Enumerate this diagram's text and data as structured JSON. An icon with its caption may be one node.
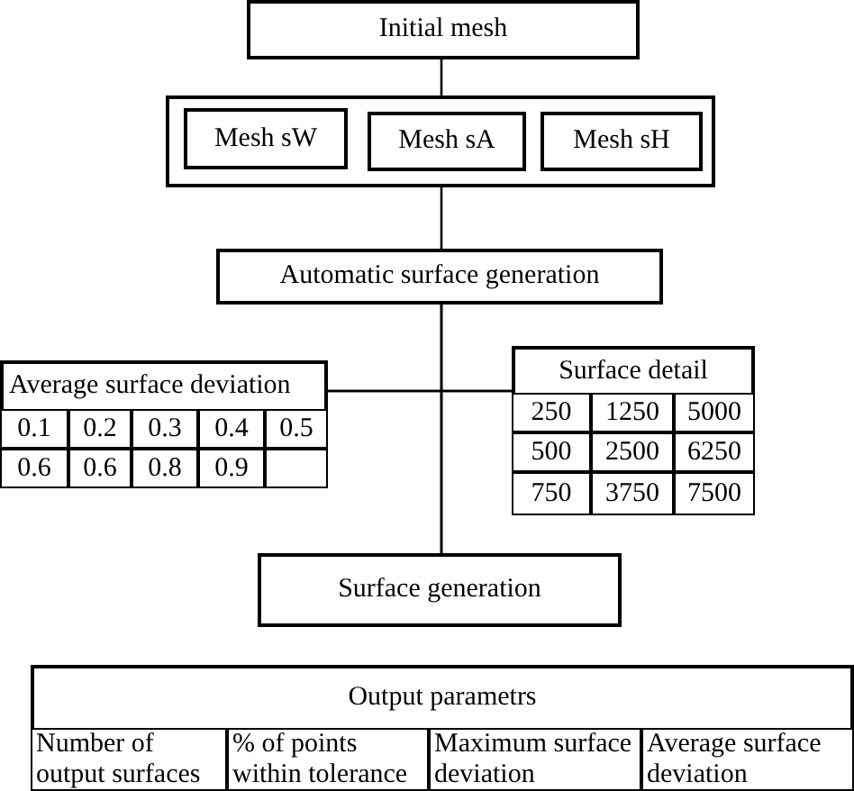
{
  "diagram": {
    "nodes": [
      {
        "text": [
          "Initial mesh"
        ]
      },
      {
        "text": [],
        "shape": "box"
      },
      {
        "text": [
          "Mesh sW"
        ],
        "in": 1
      },
      {
        "text": [
          "Mesh sA"
        ],
        "in": 1
      },
      {
        "text": [
          "Mesh sH"
        ],
        "in": 1
      },
      {
        "text": [
          "Automatic surface generation"
        ]
      },
      {
        "text": [
          "Average surface deviation"
        ]
      },
      {
        "text": [
          "0.1"
        ],
        "in": 6
      },
      {
        "text": [
          "0.2"
        ],
        "in": 6
      },
      {
        "text": [
          "0.3"
        ],
        "in": 6
      },
      {
        "text": [
          "0.4"
        ],
        "in": 6
      },
      {
        "text": [
          "0.5"
        ],
        "in": 6
      },
      {
        "text": [
          "0.6"
        ],
        "in": 6
      },
      {
        "text": [
          "0.6"
        ],
        "in": 6
      },
      {
        "text": [
          "0.8"
        ],
        "in": 6
      },
      {
        "text": [
          "0.9"
        ],
        "in": 6
      },
      {
        "text": [],
        "shape": "box",
        "in": 6
      },
      {
        "text": [
          "Surface detail"
        ]
      },
      {
        "text": [
          "250"
        ],
        "in": 17
      },
      {
        "text": [
          "1250"
        ],
        "in": 17
      },
      {
        "text": [
          "5000"
        ],
        "in": 17
      },
      {
        "text": [
          "500"
        ],
        "in": 17
      },
      {
        "text": [
          "2500"
        ],
        "in": 17
      },
      {
        "text": [
          "6250"
        ],
        "in": 17
      },
      {
        "text": [
          "750"
        ],
        "in": 17
      },
      {
        "text": [
          "3750"
        ],
        "in": 17
      },
      {
        "text": [
          "7500"
        ],
        "in": 17
      },
      {
        "text": [
          "Surface generation"
        ]
      },
      {
        "text": [
          "Output parametrs"
        ]
      },
      {
        "text": [
          "Number of output surfaces"
        ],
        "in": 28
      },
      {
        "text": [
          "% of points within tolerance"
        ],
        "in": 28
      },
      {
        "text": [
          "Maximum surface deviation"
        ],
        "in": 28
      },
      {
        "text": [
          "Average surface deviation"
        ],
        "in": 28
      }
    ],
    "edges": [
      {
        "from": 0,
        "to": 1,
        "arrow": "none"
      },
      {
        "from": 1,
        "to": 5,
        "arrow": "none"
      },
      {
        "from": 5,
        "to": 6,
        "arrow": "none"
      },
      {
        "from": 5,
        "to": 17,
        "arrow": "none"
      },
      {
        "from": 6,
        "to": 27,
        "arrow": "none"
      },
      {
        "from": 17,
        "to": 27,
        "arrow": "none"
      }
    ]
  }
}
